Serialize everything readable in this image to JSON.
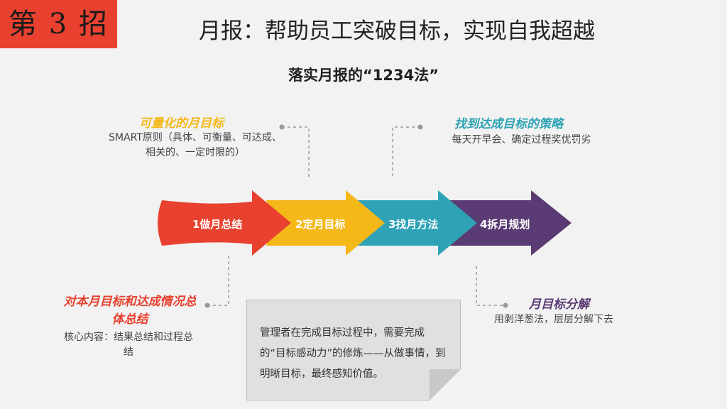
{
  "badge": "第 3 招",
  "title": "月报：帮助员工突破目标，实现自我超越",
  "subtitle": "落实月报的“1234法”",
  "steps": [
    {
      "label": "1做月总结",
      "color": "#e8412f"
    },
    {
      "label": "2定月目标",
      "color": "#f5b819"
    },
    {
      "label": "3找月方法",
      "color": "#2fa3b5"
    },
    {
      "label": "4拆月规划",
      "color": "#5b3b73"
    }
  ],
  "callouts": {
    "top_left": {
      "title": "可量化的月目标",
      "text": "SMART原则（具体、可衡量、可达成、相关的、一定时限的）",
      "color": "#f5b819"
    },
    "top_right": {
      "title": "找到达成目标的策略",
      "text": "每天开早会、确定过程奖优罚劣",
      "color": "#2fa3b5"
    },
    "bottom_left": {
      "title": "对本月目标和达成情况总体总结",
      "text": "核心内容：结果总结和过程总结",
      "color": "#e8412f"
    },
    "bottom_right": {
      "title": "月目标分解",
      "text": "用剥洋葱法，层层分解下去",
      "color": "#5b3b73"
    }
  },
  "note": "管理者在完成目标过程中，需要完成的“目标感动力”的修炼——从做事情，到明晰目标，最终感知价值。"
}
